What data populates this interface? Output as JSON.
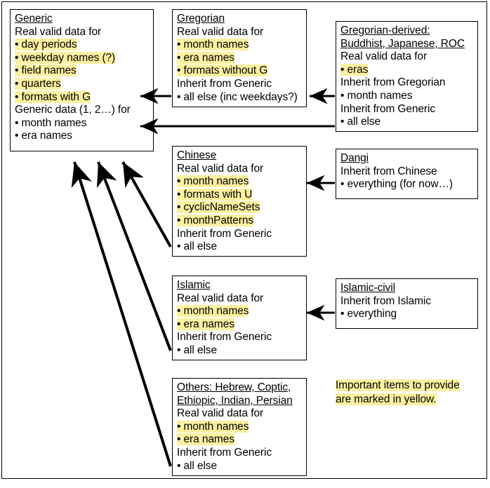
{
  "diagram": {
    "title": "Calendar data inheritance diagram",
    "colors": {
      "highlight": "#fcf0a0",
      "stroke": "#000000",
      "background": "#ffffff"
    },
    "boxes": {
      "generic": {
        "header": "Generic",
        "lines": [
          {
            "text": "Real valid data for",
            "highlight": false
          },
          {
            "text": "• day periods",
            "highlight": true
          },
          {
            "text": "• weekday names (?)",
            "highlight": true
          },
          {
            "text": "• field names",
            "highlight": true
          },
          {
            "text": "• quarters",
            "highlight": true
          },
          {
            "text": "• formats with G",
            "highlight": true
          },
          {
            "text": "Generic data (1, 2…) for",
            "highlight": false
          },
          {
            "text": "• month names",
            "highlight": false
          },
          {
            "text": "• era names",
            "highlight": false
          }
        ]
      },
      "gregorian": {
        "header": "Gregorian",
        "lines": [
          {
            "text": "Real valid data for",
            "highlight": false
          },
          {
            "text": "• month names",
            "highlight": true
          },
          {
            "text": "• era names",
            "highlight": true
          },
          {
            "text": "• formats without G",
            "highlight": true
          },
          {
            "text": "Inherit from Generic",
            "highlight": false
          },
          {
            "text": "• all else (inc weekdays?)",
            "highlight": false
          }
        ]
      },
      "gregorian_derived": {
        "header": "Gregorian-derived:",
        "header2": "Buddhist, Japanese, ROC",
        "lines": [
          {
            "text": "Real valid data for",
            "highlight": false
          },
          {
            "text": "• eras",
            "highlight": true
          },
          {
            "text": "Inherit from Gregorian",
            "highlight": false
          },
          {
            "text": "• month names",
            "highlight": false
          },
          {
            "text": "Inherit from Generic",
            "highlight": false
          },
          {
            "text": "• all else",
            "highlight": false
          }
        ]
      },
      "chinese": {
        "header": "Chinese",
        "lines": [
          {
            "text": "Real valid data for",
            "highlight": false
          },
          {
            "text": "• month names",
            "highlight": true
          },
          {
            "text": "• formats with U",
            "highlight": true
          },
          {
            "text": "• cyclicNameSets",
            "highlight": true
          },
          {
            "text": "• monthPatterns",
            "highlight": true
          },
          {
            "text": "Inherit from Generic",
            "highlight": false
          },
          {
            "text": "• all else",
            "highlight": false
          }
        ]
      },
      "dangi": {
        "header": "Dangi",
        "lines": [
          {
            "text": "Inherit from Chinese",
            "highlight": false
          },
          {
            "text": "• everything (for now…)",
            "highlight": false
          }
        ]
      },
      "islamic": {
        "header": "Islamic",
        "lines": [
          {
            "text": "Real valid data for",
            "highlight": false
          },
          {
            "text": "• month names",
            "highlight": true
          },
          {
            "text": "• era names",
            "highlight": true
          },
          {
            "text": "Inherit from Generic",
            "highlight": false
          },
          {
            "text": "• all else",
            "highlight": false
          }
        ]
      },
      "islamic_civil": {
        "header": "Islamic-civil",
        "lines": [
          {
            "text": "Inherit from Islamic",
            "highlight": false
          },
          {
            "text": "• everything",
            "highlight": false
          }
        ]
      },
      "others": {
        "header": "Others: Hebrew, Coptic,",
        "header2": "Ethiopic, Indian, Persian",
        "lines": [
          {
            "text": "Real valid data for",
            "highlight": false
          },
          {
            "text": "• month names",
            "highlight": true
          },
          {
            "text": "• era names",
            "highlight": true
          },
          {
            "text": "Inherit from Generic",
            "highlight": false
          },
          {
            "text": "• all else",
            "highlight": false
          }
        ]
      }
    },
    "legend": {
      "line1": "Important items to provide",
      "line2": "are marked in yellow."
    },
    "arrows": [
      {
        "name": "gregorian-to-generic",
        "from": "gregorian",
        "to": "generic"
      },
      {
        "name": "gregorian-derived-to-gregorian",
        "from": "gregorian_derived",
        "to": "gregorian"
      },
      {
        "name": "gregorian-derived-to-generic",
        "from": "gregorian_derived",
        "to": "generic"
      },
      {
        "name": "dangi-to-chinese",
        "from": "dangi",
        "to": "chinese"
      },
      {
        "name": "chinese-to-generic",
        "from": "chinese",
        "to": "generic"
      },
      {
        "name": "islamic-civil-to-islamic",
        "from": "islamic_civil",
        "to": "islamic"
      },
      {
        "name": "islamic-to-generic",
        "from": "islamic",
        "to": "generic"
      },
      {
        "name": "others-to-generic",
        "from": "others",
        "to": "generic"
      }
    ]
  }
}
